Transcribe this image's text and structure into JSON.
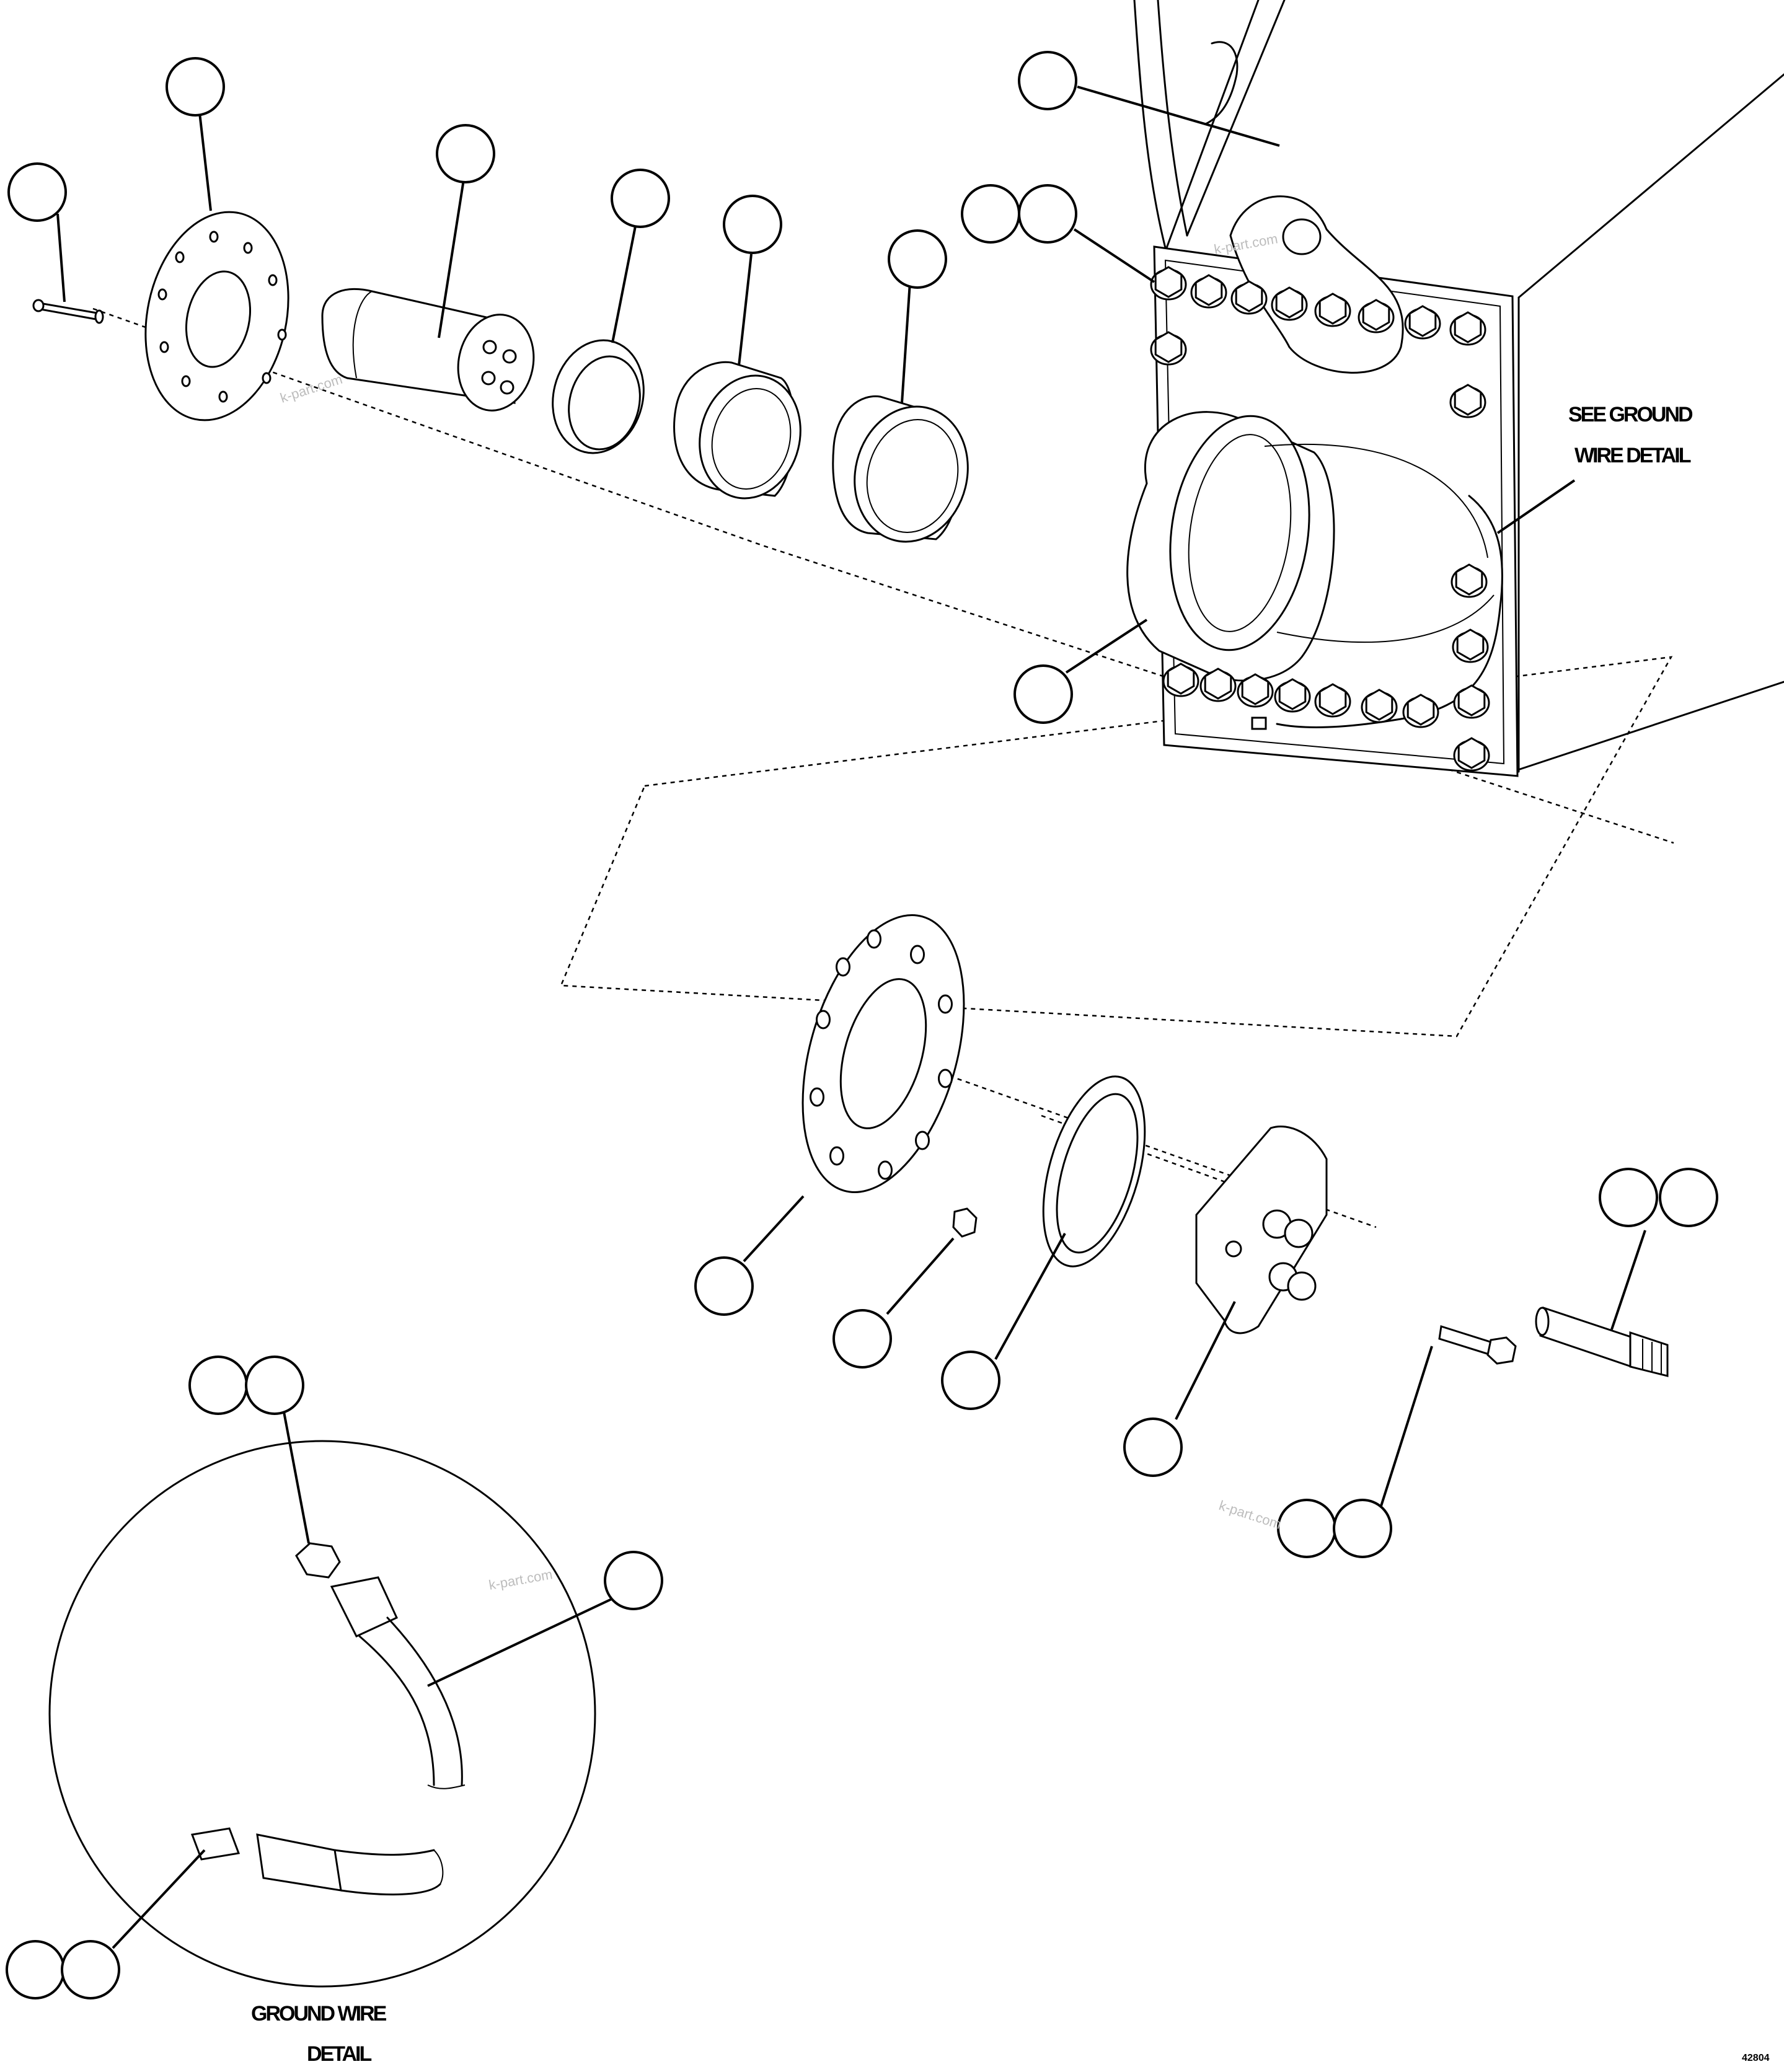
{
  "notes": {
    "see_ground_line1": "SEE GROUND",
    "see_ground_line2": "WIRE DETAIL",
    "detail_line1": "GROUND WIRE",
    "detail_line2": "DETAIL"
  },
  "watermark": "k-part.com",
  "drawing_code": "42804",
  "callouts": [
    "callout-pin",
    "callout-flange-plate",
    "callout-shaft",
    "callout-seal",
    "callout-bushing-a",
    "callout-bushing-b",
    "callout-frame",
    "callout-bolt-a",
    "callout-bolt-b",
    "callout-housing",
    "callout-lower-flange",
    "callout-nut",
    "callout-lower-seal",
    "callout-block",
    "callout-splined-a",
    "callout-splined-b",
    "callout-capscrew-a",
    "callout-capscrew-b",
    "callout-detail-bolt-a",
    "callout-detail-bolt-b",
    "callout-detail-wire",
    "callout-detail-terminal-a",
    "callout-detail-terminal-b"
  ]
}
